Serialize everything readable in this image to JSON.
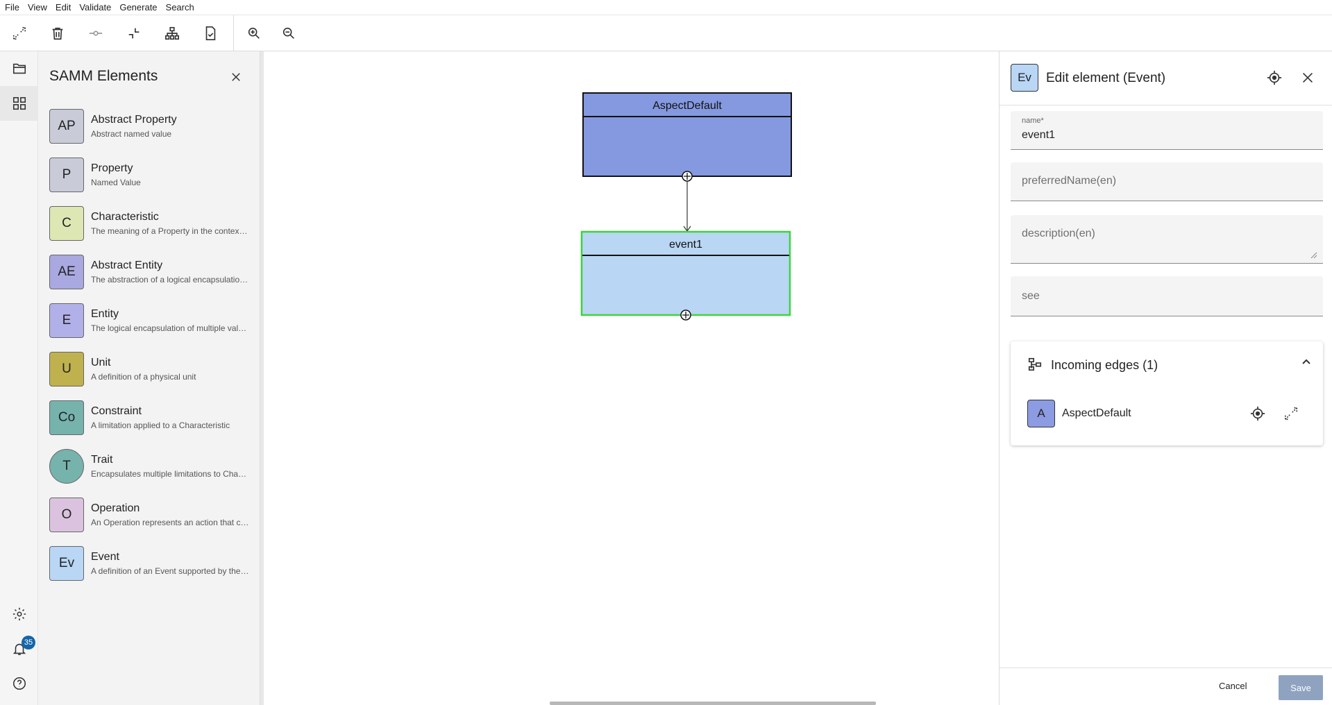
{
  "menu": [
    "File",
    "View",
    "Edit",
    "Validate",
    "Generate",
    "Search"
  ],
  "toolbar": {
    "icons": [
      "fit-to-screen-icon",
      "delete-icon",
      "connect-icon",
      "collapse-icon",
      "format-layout-icon",
      "validate-icon",
      "zoom-in-icon",
      "zoom-out-icon"
    ]
  },
  "rail": {
    "notifications_count": "35"
  },
  "samm": {
    "title": "SAMM Elements",
    "items": [
      {
        "abbr": "AP",
        "name": "Abstract Property",
        "desc": "Abstract named value",
        "color": "#c9cbd9"
      },
      {
        "abbr": "P",
        "name": "Property",
        "desc": "Named Value",
        "color": "#c9cbd9"
      },
      {
        "abbr": "C",
        "name": "Characteristic",
        "desc": "The meaning of a Property in the context of a specific Aspect",
        "color": "#dde7b4"
      },
      {
        "abbr": "AE",
        "name": "Abstract Entity",
        "desc": "The abstraction of a logical encapsulation of values",
        "color": "#a9a8e0"
      },
      {
        "abbr": "E",
        "name": "Entity",
        "desc": "The logical encapsulation of multiple values",
        "color": "#b2b0e8"
      },
      {
        "abbr": "U",
        "name": "Unit",
        "desc": "A definition of a physical unit",
        "color": "#bfb14e"
      },
      {
        "abbr": "Co",
        "name": "Constraint",
        "desc": "A limitation applied to a Characteristic",
        "color": "#76b3ad"
      },
      {
        "abbr": "T",
        "name": "Trait",
        "desc": "Encapsulates multiple limitations to Characteristics",
        "color": "#76b3ad"
      },
      {
        "abbr": "O",
        "name": "Operation",
        "desc": "An Operation represents an action that can be triggered",
        "color": "#dbc3df"
      },
      {
        "abbr": "Ev",
        "name": "Event",
        "desc": "A definition of an Event supported by the Aspect",
        "color": "#b9d6f5"
      }
    ]
  },
  "diagram": {
    "aspect": {
      "label": "AspectDefault",
      "color": "#8499e0"
    },
    "event": {
      "label": "event1",
      "color": "#b9d6f5",
      "border": "#3ad63a"
    }
  },
  "editor": {
    "badge": "Ev",
    "title": "Edit element (Event)",
    "name_label": "name*",
    "name_value": "event1",
    "preferred_name_placeholder": "preferredName(en)",
    "description_placeholder": "description(en)",
    "see_placeholder": "see",
    "incoming_title": "Incoming edges (1)",
    "incoming": [
      {
        "badge": "A",
        "name": "AspectDefault"
      }
    ],
    "cancel_label": "Cancel",
    "save_label": "Save"
  }
}
